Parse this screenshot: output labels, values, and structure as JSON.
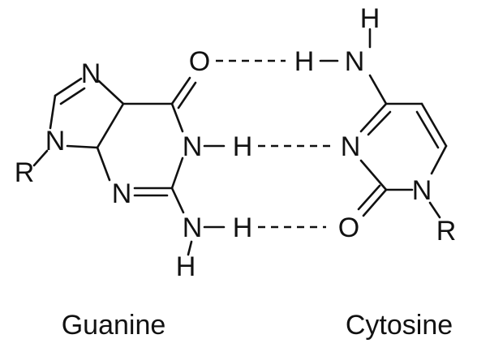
{
  "diagram": {
    "guanine": {
      "name": "Guanine",
      "atoms": {
        "n7": "N",
        "n9": "N",
        "r": "R",
        "n3": "N",
        "n1": "N",
        "h1": "H",
        "o6": "O",
        "n2": "N",
        "h2a": "H",
        "h2b": "H"
      }
    },
    "cytosine": {
      "name": "Cytosine",
      "atoms": {
        "h4a": "H",
        "h4b": "H",
        "n4": "N",
        "n3": "N",
        "n1": "N",
        "o2": "O",
        "r": "R"
      }
    }
  }
}
